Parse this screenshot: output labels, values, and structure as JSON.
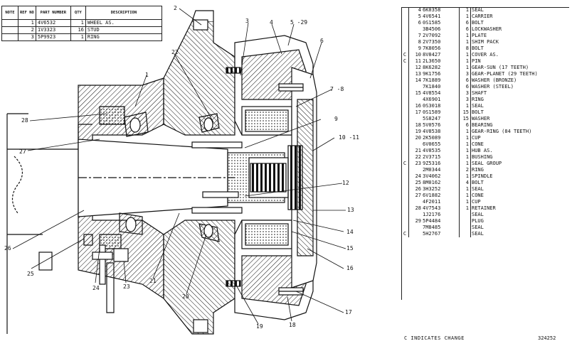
{
  "header_table": {
    "columns": [
      "NOTE",
      "REF NO",
      "PART NUMBER",
      "QTY",
      "DESCRIPTION"
    ],
    "rows": [
      {
        "note": "",
        "ref": "1",
        "part": "4V6532",
        "qty": "1",
        "desc": "WHEEL AS."
      },
      {
        "note": "",
        "ref": "2",
        "part": "1V3323",
        "qty": "16",
        "desc": "STUD"
      },
      {
        "note": "",
        "ref": "3",
        "part": "5P9923",
        "qty": "1",
        "desc": "RING"
      }
    ]
  },
  "callouts": [
    "1",
    "2",
    "3",
    "4",
    "5 -29",
    "6",
    "7 -8",
    "9",
    "10 -11",
    "12",
    "13",
    "14",
    "15",
    "16",
    "17",
    "18",
    "19",
    "20",
    "21",
    "22",
    "23",
    "24",
    "25",
    "26",
    "27",
    "28"
  ],
  "parts_list": [
    {
      "note": "",
      "ref": "4",
      "part": "6K0358",
      "qty": "1",
      "desc": "SEAL"
    },
    {
      "note": "",
      "ref": "5",
      "part": "4V6541",
      "qty": "1",
      "desc": "CARRIER"
    },
    {
      "note": "",
      "ref": "6",
      "part": "0S1585",
      "qty": "6",
      "desc": "BOLT"
    },
    {
      "note": "",
      "ref": "",
      "part": "3B4506",
      "qty": "6",
      "desc": "LOCKWASHER"
    },
    {
      "note": "",
      "ref": "7",
      "part": "2V7092",
      "qty": "1",
      "desc": "PLATE"
    },
    {
      "note": "",
      "ref": "8",
      "part": "2V7350",
      "qty": "1",
      "desc": "SHIM PACK"
    },
    {
      "note": "",
      "ref": "9",
      "part": "7K8056",
      "qty": "8",
      "desc": "BOLT"
    },
    {
      "note": "C",
      "ref": "10",
      "part": "8V8427",
      "qty": "1",
      "desc": "COVER AS."
    },
    {
      "note": "C",
      "ref": "11",
      "part": "2L3650",
      "qty": "1",
      "desc": "PIN"
    },
    {
      "note": "",
      "ref": "12",
      "part": "8K6282",
      "qty": "1",
      "desc": "GEAR-SUN (17 TEETH)"
    },
    {
      "note": "",
      "ref": "13",
      "part": "9K1756",
      "qty": "3",
      "desc": "GEAR-PLANET (29 TEETH)"
    },
    {
      "note": "",
      "ref": "14",
      "part": "7K1889",
      "qty": "6",
      "desc": "WASHER (BRONZE)"
    },
    {
      "note": "",
      "ref": "",
      "part": "7K1840",
      "qty": "6",
      "desc": "WASHER (STEEL)"
    },
    {
      "note": "",
      "ref": "15",
      "part": "4V8554",
      "qty": "3",
      "desc": "SHAFT"
    },
    {
      "note": "",
      "ref": "",
      "part": "4X6901",
      "qty": "3",
      "desc": "RING"
    },
    {
      "note": "",
      "ref": "16",
      "part": "0S3018",
      "qty": "1",
      "desc": "SEAL"
    },
    {
      "note": "",
      "ref": "17",
      "part": "0S1589",
      "qty": "15",
      "desc": "BOLT"
    },
    {
      "note": "",
      "ref": "",
      "part": "5S8247",
      "qty": "15",
      "desc": "WASHER"
    },
    {
      "note": "",
      "ref": "18",
      "part": "5V0576",
      "qty": "6",
      "desc": "BEARING"
    },
    {
      "note": "",
      "ref": "19",
      "part": "4V8538",
      "qty": "1",
      "desc": "GEAR-RING (84 TEETH)"
    },
    {
      "note": "",
      "ref": "20",
      "part": "2K5089",
      "qty": "1",
      "desc": "CUP"
    },
    {
      "note": "",
      "ref": "",
      "part": "6V0655",
      "qty": "1",
      "desc": "CONE"
    },
    {
      "note": "",
      "ref": "21",
      "part": "4V8535",
      "qty": "1",
      "desc": "HUB AS."
    },
    {
      "note": "",
      "ref": "22",
      "part": "2V3715",
      "qty": "1",
      "desc": "  BUSHING"
    },
    {
      "note": "C",
      "ref": "23",
      "part": "9Z5316",
      "qty": "1",
      "desc": "SEAL GROUP"
    },
    {
      "note": "",
      "ref": "",
      "part": "2M0344",
      "qty": "2",
      "desc": "  RING"
    },
    {
      "note": "",
      "ref": "24",
      "part": "3V4062",
      "qty": "1",
      "desc": "SPINDLE"
    },
    {
      "note": "",
      "ref": "25",
      "part": "8M0162",
      "qty": "4",
      "desc": "BOLT"
    },
    {
      "note": "",
      "ref": "26",
      "part": "3H3252",
      "qty": "1",
      "desc": "SEAL"
    },
    {
      "note": "",
      "ref": "27",
      "part": "6V1882",
      "qty": "1",
      "desc": "CONE"
    },
    {
      "note": "",
      "ref": "",
      "part": "4F2011",
      "qty": "1",
      "desc": "CUP"
    },
    {
      "note": "",
      "ref": "28",
      "part": "4V7543",
      "qty": "1",
      "desc": "RETAINER"
    },
    {
      "note": "",
      "ref": "",
      "part": "1J2176",
      "qty": "",
      "desc": "SEAL"
    },
    {
      "note": "",
      "ref": "29",
      "part": "5P4484",
      "qty": "",
      "desc": "PLUG"
    },
    {
      "note": "",
      "ref": "",
      "part": "7M8485",
      "qty": "",
      "desc": "SEAL"
    },
    {
      "note": "C",
      "ref": "",
      "part": "5H2767",
      "qty": "",
      "desc": "SEAL"
    }
  ],
  "footer": {
    "note": "C   INDICATES CHANGE",
    "figure_number": "324252"
  }
}
